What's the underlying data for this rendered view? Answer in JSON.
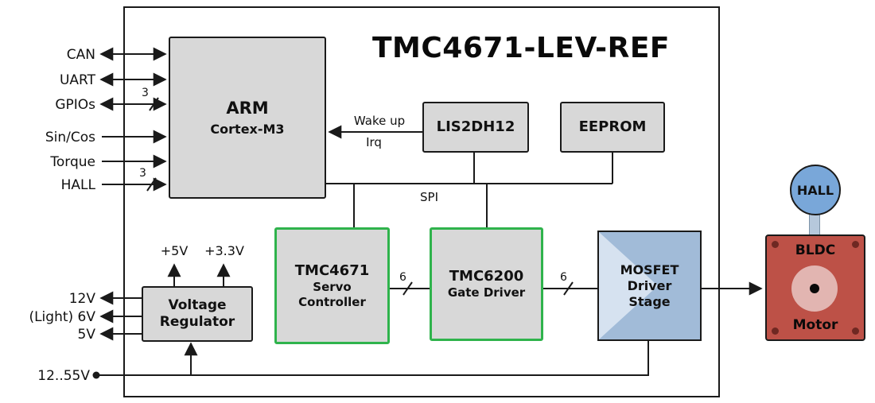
{
  "title": "TMC4671-LEV-REF",
  "colors": {
    "block_gray": "#d8d8d8",
    "green_border": "#2fb34c",
    "mosfet_blue": "#a1bbd8",
    "mosfet_chevron": "#d6e2f0",
    "hall_blue": "#79a7d9",
    "motor_red": "#bd5147",
    "motor_pink": "#e2b5b1",
    "wire": "#1a1a1a"
  },
  "signals": {
    "can": "CAN",
    "uart": "UART",
    "gpios": "GPIOs",
    "sincos": "Sin/Cos",
    "torque": "Torque",
    "hall": "HALL",
    "gpios_width": "3",
    "hall_width": "3"
  },
  "power": {
    "v12": "12V",
    "v6": "(Light) 6V",
    "v5": "5V",
    "supply": "12..55V",
    "rail5": "+5V",
    "rail33": "+3.3V"
  },
  "buses": {
    "spi": "SPI",
    "wakeup": "Wake up",
    "irq": "Irq",
    "phase1_width": "6",
    "phase2_width": "6"
  },
  "blocks": {
    "arm": {
      "title": "ARM",
      "subtitle": "Cortex-M3"
    },
    "lis2dh12": "LIS2DH12",
    "eeprom": "EEPROM",
    "tmc4671": {
      "title": "TMC4671",
      "line2": "Servo",
      "line3": "Controller"
    },
    "tmc6200": {
      "title": "TMC6200",
      "line2": "Gate Driver"
    },
    "mosfet": {
      "title": "MOSFET",
      "line2": "Driver",
      "line3": "Stage"
    },
    "vreg": {
      "line1": "Voltage",
      "line2": "Regulator"
    },
    "hall_sensor": "HALL",
    "motor": {
      "top": "BLDC",
      "bottom": "Motor"
    }
  }
}
